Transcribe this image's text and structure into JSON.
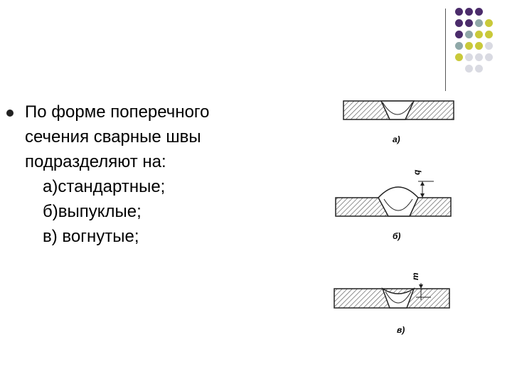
{
  "decor": {
    "dot_colors": [
      "#4B2C6B",
      "#8FA8A8",
      "#C9C93A",
      "#D9DAE2"
    ]
  },
  "slide": {
    "lines": [
      "По форме поперечного",
      "сечения сварные швы",
      "подразделяют на:"
    ],
    "items": [
      "а)стандартные;",
      "б)выпуклые;",
      "в) вогнутые;"
    ]
  },
  "figure": {
    "labels": [
      "а)",
      "б)",
      "в)"
    ],
    "dim_labels": [
      "q",
      "m"
    ]
  }
}
